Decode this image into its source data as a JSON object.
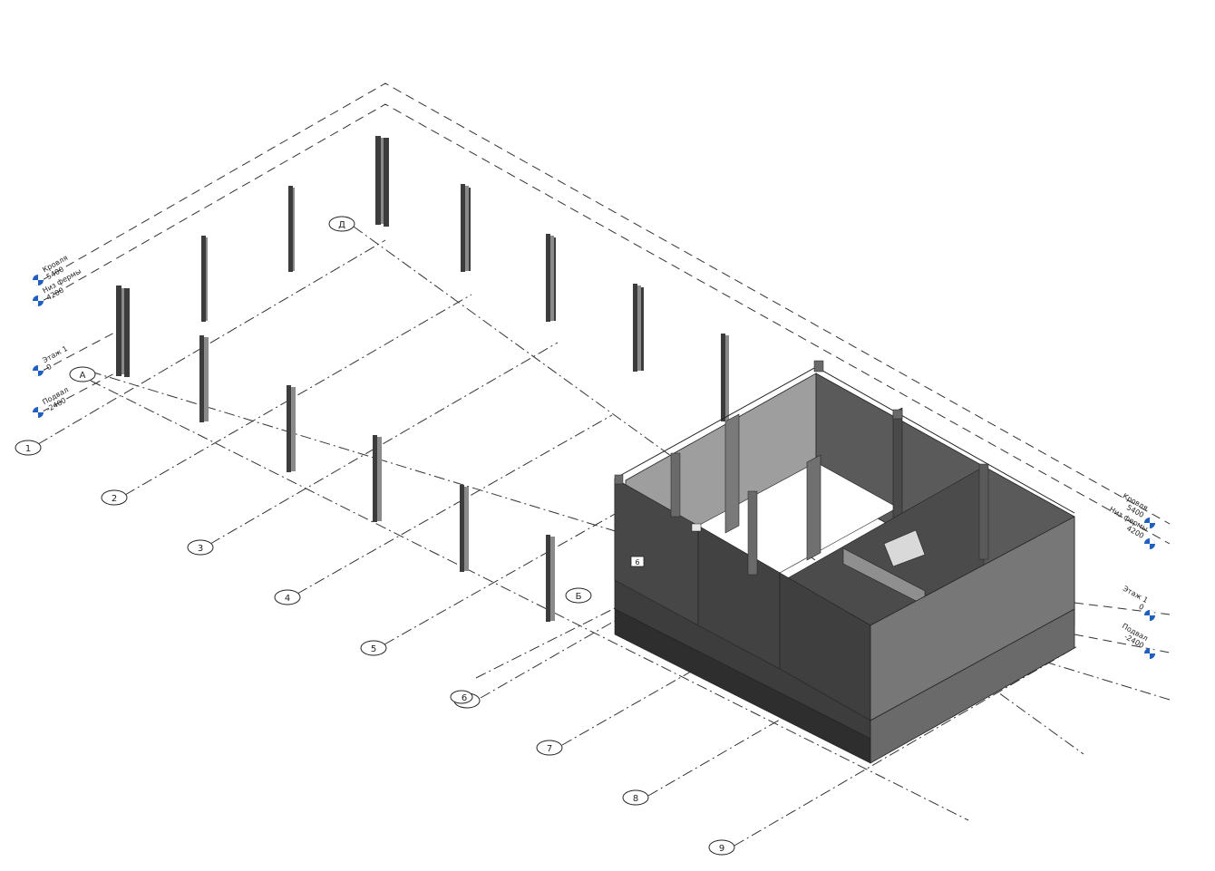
{
  "view": {
    "type": "3D isometric building view",
    "colors": {
      "background": "#ffffff",
      "grid_line": "#333333",
      "level_marker": "#1f5fbf",
      "wall_light": "#9a9a9a",
      "wall_mid": "#6f6f6f",
      "wall_dark": "#4a4a4a",
      "wall_darkest": "#3a3a3a",
      "column": "#3c3c3c"
    }
  },
  "grids": {
    "numbers": [
      "1",
      "2",
      "3",
      "4",
      "5",
      "6",
      "7",
      "8",
      "9"
    ],
    "letters": [
      "А",
      "Б",
      "Д"
    ]
  },
  "levels": {
    "left": [
      {
        "name": "Кровля",
        "elev": "5400"
      },
      {
        "name": "Низ фермы",
        "elev": "4200"
      },
      {
        "name": "Этаж 1",
        "elev": "0"
      },
      {
        "name": "Подвал",
        "elev": "-2400"
      }
    ],
    "right": [
      {
        "name": "Кровля",
        "elev": "5400"
      },
      {
        "name": "Низ фермы",
        "elev": "4200"
      },
      {
        "name": "Этаж 1",
        "elev": "0"
      },
      {
        "name": "Подвал",
        "elev": "-2400"
      }
    ]
  },
  "building": {
    "tag": "6"
  }
}
